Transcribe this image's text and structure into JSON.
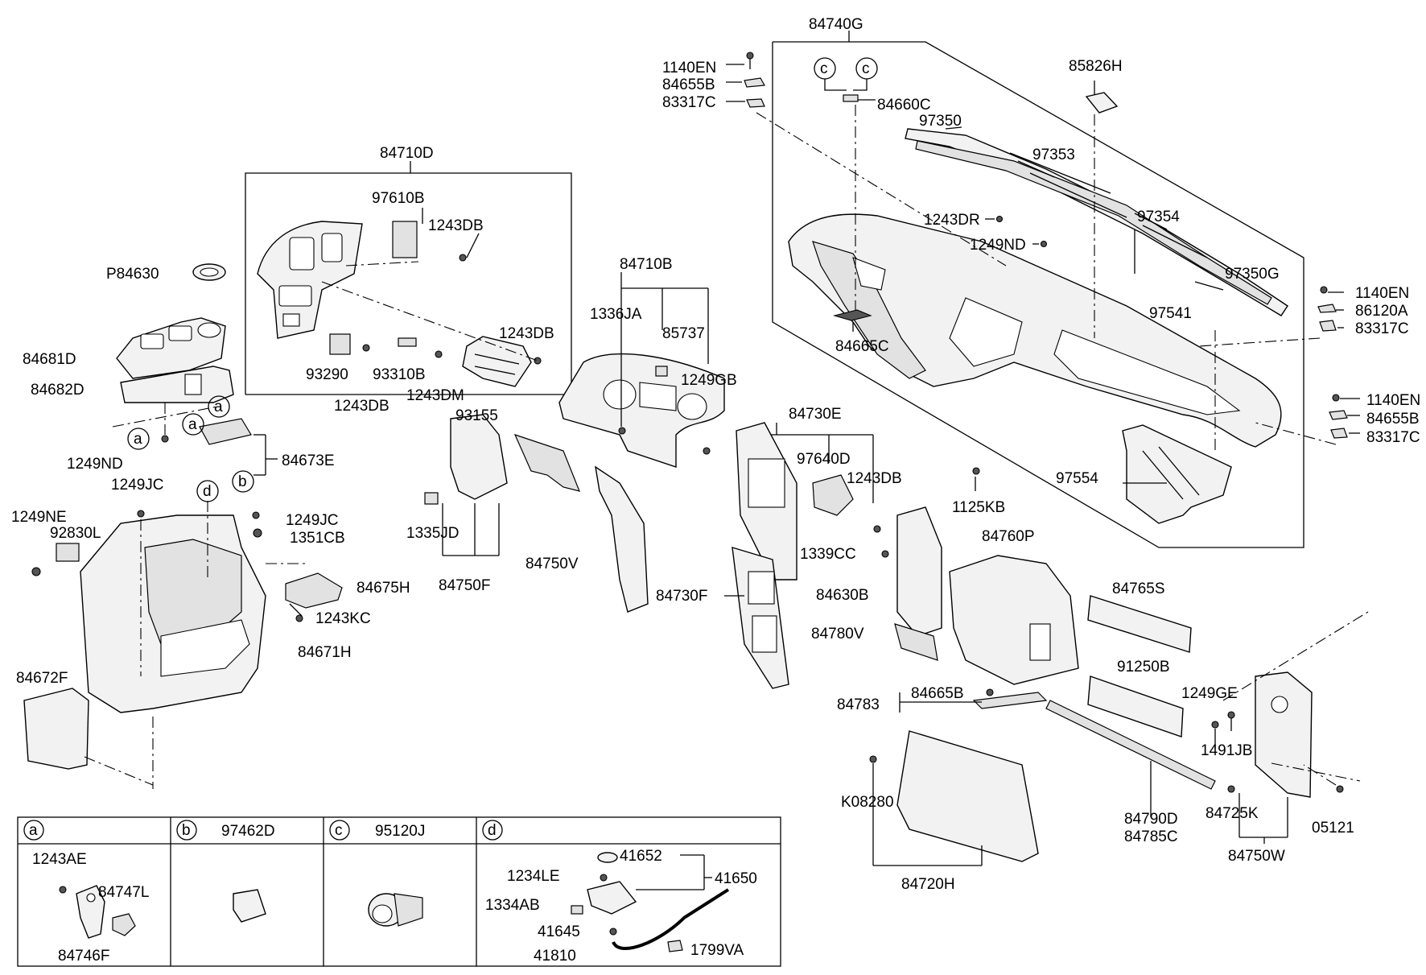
{
  "labels": {
    "l84740G": "84740G",
    "l1140EN_top": "1140EN",
    "l84655B_top": "84655B",
    "l83317C_top": "83317C",
    "l84660C": "84660C",
    "l85826H": "85826H",
    "l97350": "97350",
    "l97353": "97353",
    "l1243DR": "1243DR",
    "l97354": "97354",
    "l1249ND_top": "1249ND",
    "l97350G": "97350G",
    "l97541": "97541",
    "l84665C": "84665C",
    "l1140EN_r1": "1140EN",
    "l86120A": "86120A",
    "l83317C_r1": "83317C",
    "l1140EN_r2": "1140EN",
    "l84655B_r2": "84655B",
    "l83317C_r2": "83317C",
    "l97554": "97554",
    "l1125KB": "1125KB",
    "l84710D": "84710D",
    "l97610B": "97610B",
    "l1243DB_a": "1243DB",
    "l1243DB_b": "1243DB",
    "l93290": "93290",
    "l93310B": "93310B",
    "l1243DB_c": "1243DB",
    "l1243DM": "1243DM",
    "l93155": "93155",
    "l84710B": "84710B",
    "l1336JA": "1336JA",
    "l85737": "85737",
    "l1249GB": "1249GB",
    "lP84630": "P84630",
    "l84681D": "84681D",
    "l84682D": "84682D",
    "l1249ND_left": "1249ND",
    "l1249JC_a": "1249JC",
    "l84673E": "84673E",
    "l1249NE": "1249NE",
    "l92830L": "92830L",
    "l1249JC_b": "1249JC",
    "l1351CB": "1351CB",
    "l84675H": "84675H",
    "l1243KC": "1243KC",
    "l84671H": "84671H",
    "l84672F": "84672F",
    "l1335JD": "1335JD",
    "l84750F": "84750F",
    "l84750V": "84750V",
    "l84730E": "84730E",
    "l97640D": "97640D",
    "l1243DB_d": "1243DB",
    "l1339CC": "1339CC",
    "l84730F": "84730F",
    "l84630B": "84630B",
    "l84780V": "84780V",
    "l84760P": "84760P",
    "l84765S": "84765S",
    "l91250B": "91250B",
    "l1249GE": "1249GE",
    "l1491JB": "1491JB",
    "l84783": "84783",
    "l84665B_b": "84665B",
    "lK08280": "K08280",
    "l84720H": "84720H",
    "l84790D": "84790D",
    "l84785C": "84785C",
    "l84725K": "84725K",
    "l84750W": "84750W",
    "l05121": "05121"
  },
  "callouts": {
    "c1": "c",
    "c2": "c",
    "a1": "a",
    "a2": "a",
    "a3": "a",
    "b1": "b",
    "d1": "d"
  },
  "legend": {
    "a_key": "a",
    "b_key": "b",
    "b_title": "97462D",
    "c_key": "c",
    "c_title": "95120J",
    "d_key": "d",
    "a_parts": {
      "p1243AE": "1243AE",
      "p84747L": "84747L",
      "p84746F": "84746F"
    },
    "d_parts": {
      "p41652": "41652",
      "p1234LE": "1234LE",
      "p41650": "41650",
      "p1334AB": "1334AB",
      "p41645": "41645",
      "p41810": "41810",
      "p1799VA": "1799VA"
    }
  }
}
